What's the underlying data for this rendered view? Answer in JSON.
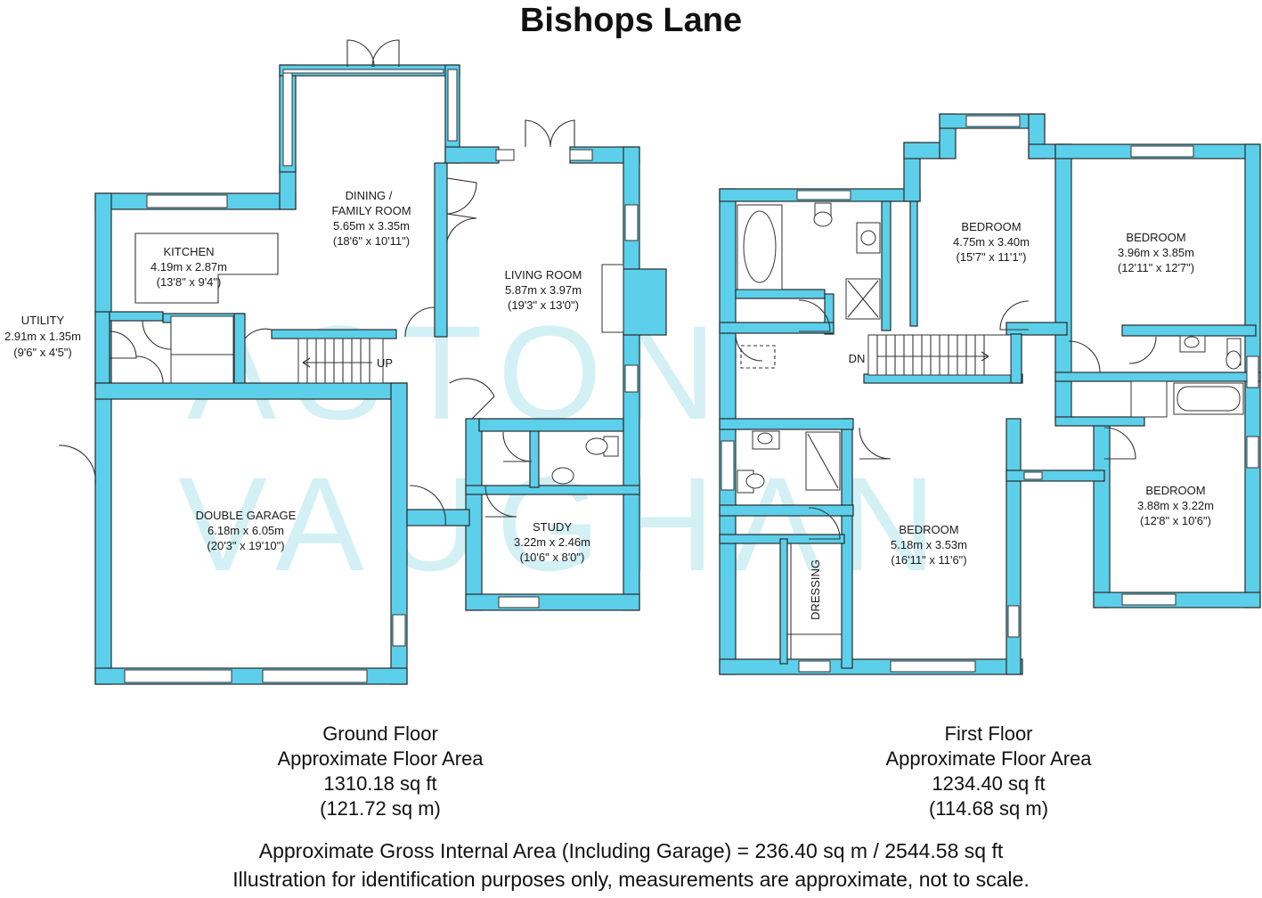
{
  "title": "Bishops Lane",
  "watermark": {
    "line1": "ASTON",
    "line2": "VAUGHAN"
  },
  "colors": {
    "wall": "#5ccfea",
    "watermark": "#9edee9",
    "text": "#111111"
  },
  "ground_floor": {
    "rooms": {
      "utility": {
        "name": "UTILITY",
        "metric": "2.91m x 1.35m",
        "imperial": "(9'6\" x 4'5\")"
      },
      "kitchen": {
        "name": "KITCHEN",
        "metric": "4.19m x 2.87m",
        "imperial": "(13'8\" x 9'4\")"
      },
      "dining": {
        "name1": "DINING /",
        "name2": "FAMILY ROOM",
        "metric": "5.65m x 3.35m",
        "imperial": "(18'6\" x 10'11\")"
      },
      "living": {
        "name": "LIVING ROOM",
        "metric": "5.87m x 3.97m",
        "imperial": "(19'3\" x 13'0\")"
      },
      "garage": {
        "name": "DOUBLE GARAGE",
        "metric": "6.18m x 6.05m",
        "imperial": "(20'3\" x 19'10\")"
      },
      "study": {
        "name": "STUDY",
        "metric": "3.22m x 2.46m",
        "imperial": "(10'6\" x 8'0\")"
      }
    },
    "stairs_label": "UP",
    "caption": {
      "line1": "Ground Floor",
      "line2": "Approximate Floor Area",
      "line3": "1310.18 sq ft",
      "line4": "(121.72 sq m)"
    }
  },
  "first_floor": {
    "rooms": {
      "bedroom1": {
        "name": "BEDROOM",
        "metric": "4.75m x 3.40m",
        "imperial": "(15'7\" x 11'1\")"
      },
      "bedroom2": {
        "name": "BEDROOM",
        "metric": "3.96m x 3.85m",
        "imperial": "(12'11\" x 12'7\")"
      },
      "bedroom3": {
        "name": "BEDROOM",
        "metric": "3.88m x 3.22m",
        "imperial": "(12'8\" x 10'6\")"
      },
      "bedroom4": {
        "name": "BEDROOM",
        "metric": "5.18m x 3.53m",
        "imperial": "(16'11\" x 11'6\")"
      },
      "dressing": {
        "name": "DRESSING"
      }
    },
    "stairs_label": "DN",
    "caption": {
      "line1": "First Floor",
      "line2": "Approximate Floor Area",
      "line3": "1234.40 sq ft",
      "line4": "(114.68 sq m)"
    }
  },
  "footer": {
    "line1": "Approximate Gross Internal Area (Including Garage) = 236.40 sq m / 2544.58 sq ft",
    "line2": "Illustration for identification purposes only, measurements are approximate, not to scale."
  }
}
